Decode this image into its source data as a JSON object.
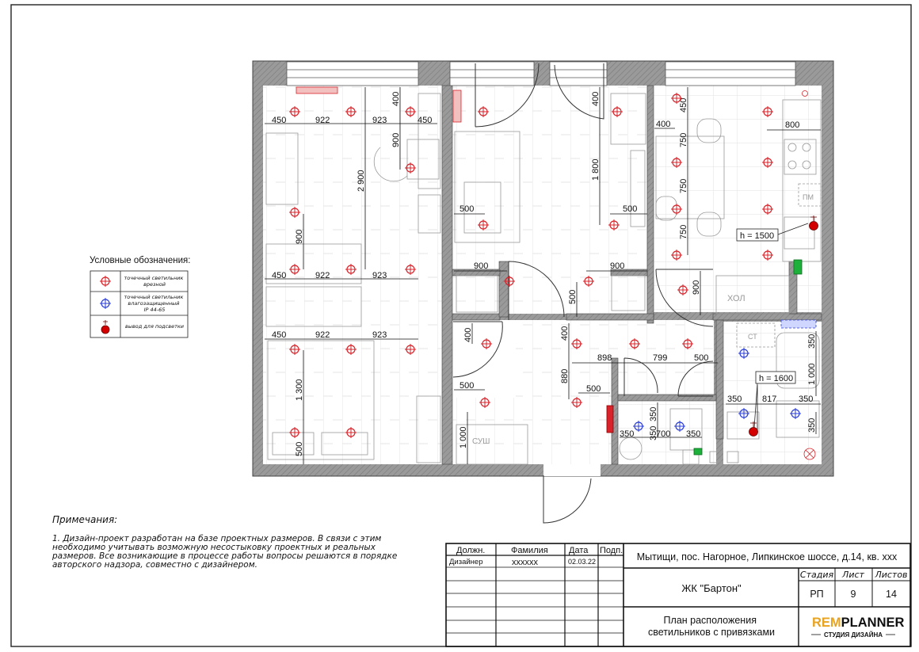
{
  "legend": {
    "title": "Условные обозначения:",
    "items": [
      {
        "label": "точечный светильник врезной",
        "lines": [
          "точечный светильник",
          "врезной"
        ],
        "color": "#d8232a"
      },
      {
        "label": "точечный светильник влагозащищенный IP 44-65",
        "lines": [
          "точечный светильник",
          "влагозащищенный",
          "IP 44-65"
        ],
        "color": "#2c3fd6"
      },
      {
        "label": "вывод для подсветки",
        "lines": [
          "вывод для подсветки"
        ],
        "color": "#d40000"
      }
    ]
  },
  "notes": {
    "title": "Примечания:",
    "lines": [
      "1. Дизайн-проект разработан на базе проектных размеров. В связи с этим",
      "необходимо учитывать возможную несостыковку проектных и реальных",
      "размеров. Все возникающие в процессе работы вопросы решаются в порядке",
      "авторского надзора, совместно с дизайнером."
    ]
  },
  "plan": {
    "room_labels": {
      "fridge": "ХОЛ",
      "dishwasher": "ПМ",
      "washer": "СТ",
      "dryer": "СУШ"
    },
    "heights": [
      "h = 1500",
      "h = 1600"
    ],
    "dimensions": {
      "bedroom_row1": [
        "450",
        "922",
        "923",
        "450"
      ],
      "bedroom_row2": [
        "450",
        "922",
        "923"
      ],
      "bedroom_row3": [
        "450",
        "922",
        "923"
      ],
      "bedroom_v": [
        "400",
        "900",
        "2 900",
        "900",
        "1 300",
        "500"
      ],
      "living_v": [
        "1 800",
        "400",
        "500"
      ],
      "living_h": [
        "500",
        "900",
        "900",
        "500"
      ],
      "kitchen_h": [
        "400",
        "800"
      ],
      "kitchen_v": [
        "450",
        "750",
        "750",
        "750",
        "900"
      ],
      "hall_h": [
        "898",
        "799",
        "500",
        "500",
        "500"
      ],
      "hall_v": [
        "400",
        "880",
        "400",
        "1 000"
      ],
      "bath_h": [
        "350",
        "817",
        "350",
        "350",
        "700",
        "350"
      ],
      "bath_v": [
        "350",
        "1 000",
        "350",
        "350",
        "350"
      ]
    }
  },
  "title_block": {
    "headers": {
      "position": "Должн.",
      "surname": "Фамилия",
      "date": "Дата",
      "signature": "Подп."
    },
    "row": {
      "position": "Дизайнер",
      "surname": "хххххх",
      "date": "02.03.22"
    },
    "address": "Мытищи, пос. Нагорное, Липкинское шоссе, д.14, кв. ххх",
    "project": "ЖК \"Бартон\"",
    "stage_label": "Стадия",
    "sheet_label": "Лист",
    "sheets_label": "Листов",
    "stage": "РП",
    "sheet": "9",
    "sheets": "14",
    "drawing_title_lines": [
      "План расположения",
      "светильников с привязками"
    ],
    "logo_rem": "REM",
    "logo_planner": "PLANNER",
    "logo_subtitle": "СТУДИЯ ДИЗАЙНА"
  }
}
